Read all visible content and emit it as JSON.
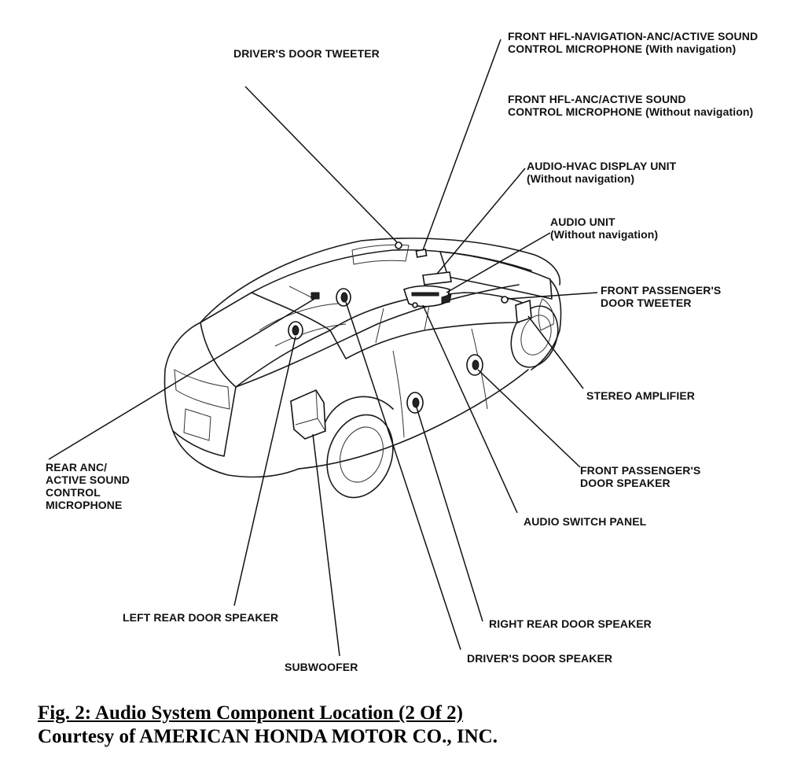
{
  "labels": {
    "drivers_door_tweeter": "DRIVER'S DOOR TWEETER",
    "front_hfl_nav_line1": "FRONT HFL-NAVIGATION-ANC/ACTIVE SOUND",
    "front_hfl_nav_line2": "CONTROL MICROPHONE (With navigation)",
    "front_hfl_anc_line1": "FRONT HFL-ANC/ACTIVE SOUND",
    "front_hfl_anc_line2": "CONTROL MICROPHONE (Without navigation)",
    "audio_hvac_line1": "AUDIO-HVAC DISPLAY UNIT",
    "audio_hvac_line2": "(Without navigation)",
    "audio_unit_line1": "AUDIO UNIT",
    "audio_unit_line2": "(Without navigation)",
    "front_pass_tweeter_line1": "FRONT PASSENGER'S",
    "front_pass_tweeter_line2": "DOOR TWEETER",
    "stereo_amplifier": "STEREO AMPLIFIER",
    "front_pass_speaker_line1": "FRONT PASSENGER'S",
    "front_pass_speaker_line2": "DOOR SPEAKER",
    "audio_switch_panel": "AUDIO SWITCH PANEL",
    "rear_anc_line1": "REAR ANC/",
    "rear_anc_line2": "ACTIVE SOUND",
    "rear_anc_line3": "CONTROL",
    "rear_anc_line4": "MICROPHONE",
    "left_rear_door_speaker": "LEFT REAR DOOR SPEAKER",
    "right_rear_door_speaker": "RIGHT REAR DOOR SPEAKER",
    "subwoofer": "SUBWOOFER",
    "drivers_door_speaker": "DRIVER'S DOOR SPEAKER"
  },
  "caption": {
    "title": "Fig. 2: Audio System Component Location (2 Of 2)",
    "credit": "Courtesy of AMERICAN HONDA MOTOR CO., INC."
  }
}
